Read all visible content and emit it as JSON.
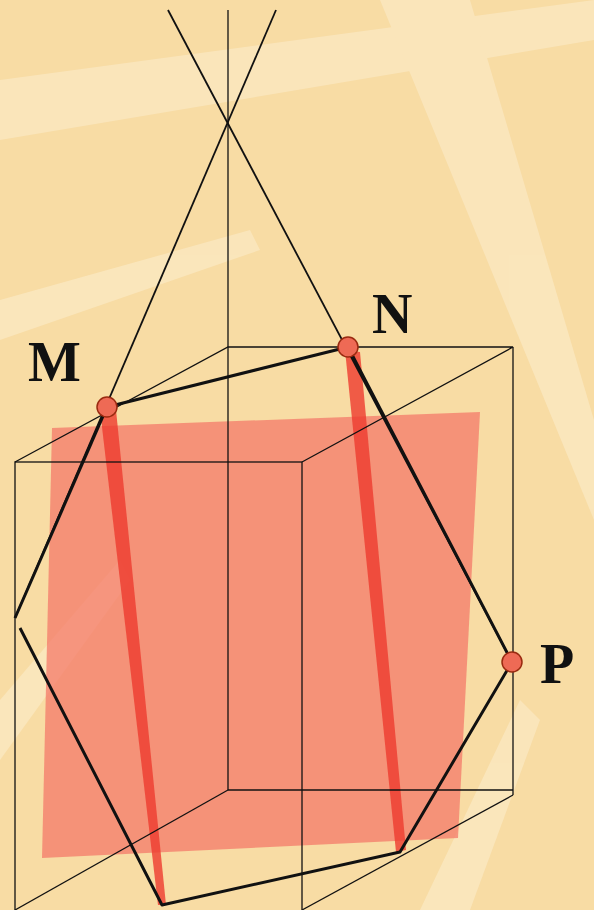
{
  "diagram": {
    "labels": [
      "M",
      "N",
      "P"
    ]
  }
}
